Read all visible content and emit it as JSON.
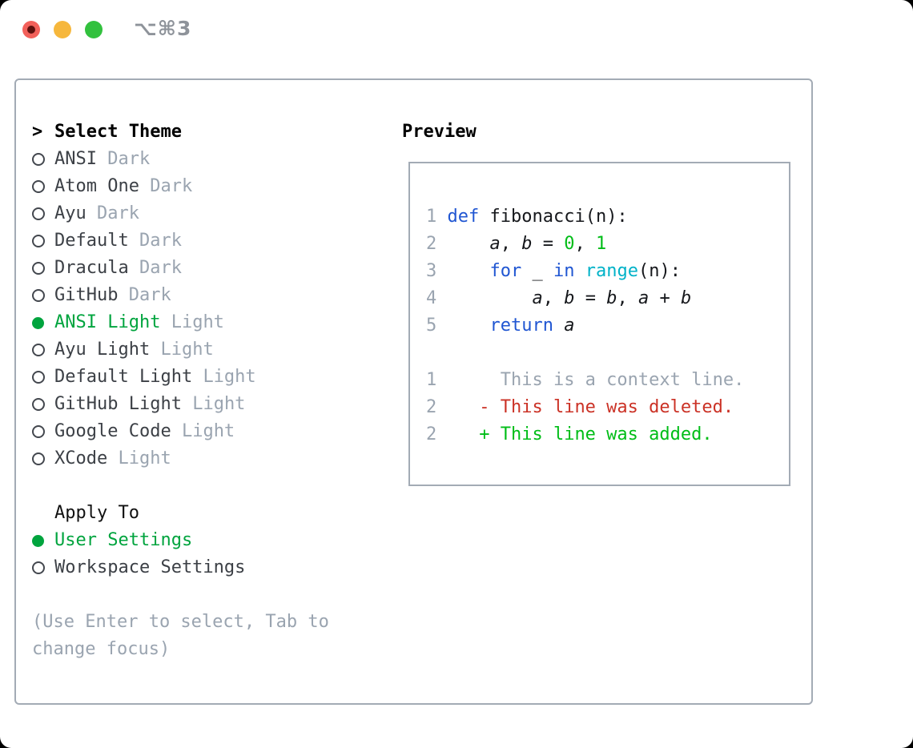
{
  "window": {
    "shortcut": "⌥⌘3",
    "traffic_lights": [
      "close",
      "minimize",
      "zoom"
    ]
  },
  "theme_picker": {
    "title": "Select Theme",
    "title_marker": ">",
    "items": [
      {
        "name": "ANSI",
        "tag": "Dark",
        "selected": false
      },
      {
        "name": "Atom One",
        "tag": "Dark",
        "selected": false
      },
      {
        "name": "Ayu",
        "tag": "Dark",
        "selected": false
      },
      {
        "name": "Default",
        "tag": "Dark",
        "selected": false
      },
      {
        "name": "Dracula",
        "tag": "Dark",
        "selected": false
      },
      {
        "name": "GitHub",
        "tag": "Dark",
        "selected": false
      },
      {
        "name": "ANSI Light",
        "tag": "Light",
        "selected": true
      },
      {
        "name": "Ayu Light",
        "tag": "Light",
        "selected": false
      },
      {
        "name": "Default Light",
        "tag": "Light",
        "selected": false
      },
      {
        "name": "GitHub Light",
        "tag": "Light",
        "selected": false
      },
      {
        "name": "Google Code",
        "tag": "Light",
        "selected": false
      },
      {
        "name": "XCode",
        "tag": "Light",
        "selected": false
      }
    ],
    "apply_to": {
      "title": "Apply To",
      "options": [
        {
          "name": "User Settings",
          "selected": true
        },
        {
          "name": "Workspace Settings",
          "selected": false
        }
      ]
    },
    "help": "(Use Enter to select, Tab to change focus)"
  },
  "preview": {
    "title": "Preview",
    "code_lines": [
      {
        "num": "1",
        "tokens": [
          {
            "t": "def",
            "c": "kw"
          },
          {
            "t": " fibonacci(n):",
            "c": "plain"
          }
        ]
      },
      {
        "num": "2",
        "tokens": [
          {
            "t": "    ",
            "c": "plain"
          },
          {
            "t": "a",
            "c": "var"
          },
          {
            "t": ", ",
            "c": "plain"
          },
          {
            "t": "b",
            "c": "var"
          },
          {
            "t": " = ",
            "c": "plain"
          },
          {
            "t": "0",
            "c": "num"
          },
          {
            "t": ", ",
            "c": "plain"
          },
          {
            "t": "1",
            "c": "num"
          }
        ]
      },
      {
        "num": "3",
        "tokens": [
          {
            "t": "    ",
            "c": "plain"
          },
          {
            "t": "for",
            "c": "kw"
          },
          {
            "t": " _ ",
            "c": "plain"
          },
          {
            "t": "in",
            "c": "kw"
          },
          {
            "t": " ",
            "c": "plain"
          },
          {
            "t": "range",
            "c": "builtin"
          },
          {
            "t": "(n):",
            "c": "plain"
          }
        ]
      },
      {
        "num": "4",
        "tokens": [
          {
            "t": "        ",
            "c": "plain"
          },
          {
            "t": "a",
            "c": "var"
          },
          {
            "t": ", ",
            "c": "plain"
          },
          {
            "t": "b",
            "c": "var"
          },
          {
            "t": " = ",
            "c": "plain"
          },
          {
            "t": "b",
            "c": "var"
          },
          {
            "t": ", ",
            "c": "plain"
          },
          {
            "t": "a",
            "c": "var"
          },
          {
            "t": " + ",
            "c": "plain"
          },
          {
            "t": "b",
            "c": "var"
          }
        ]
      },
      {
        "num": "5",
        "tokens": [
          {
            "t": "    ",
            "c": "plain"
          },
          {
            "t": "return",
            "c": "kw"
          },
          {
            "t": " ",
            "c": "plain"
          },
          {
            "t": "a",
            "c": "var"
          }
        ]
      }
    ],
    "diff_lines": [
      {
        "num": "1",
        "marker": " ",
        "text": "This is a context line.",
        "kind": "context"
      },
      {
        "num": "2",
        "marker": "-",
        "text": "This line was deleted.",
        "kind": "deleted"
      },
      {
        "num": "2",
        "marker": "+",
        "text": "This line was added.",
        "kind": "added"
      }
    ]
  },
  "colors": {
    "selection_green": "#00a43e",
    "keyword_blue": "#2056d2",
    "builtin_cyan": "#00b2c8",
    "number_green": "#00bd17",
    "added_green": "#00bd17",
    "deleted_red": "#cb3226",
    "muted_gray": "#9aa4b0",
    "text_dark": "#3c4046",
    "panel_border": "#a3abb5",
    "traffic_red": "#f2605a",
    "traffic_yellow": "#f6b73c",
    "traffic_green": "#32c13e"
  }
}
